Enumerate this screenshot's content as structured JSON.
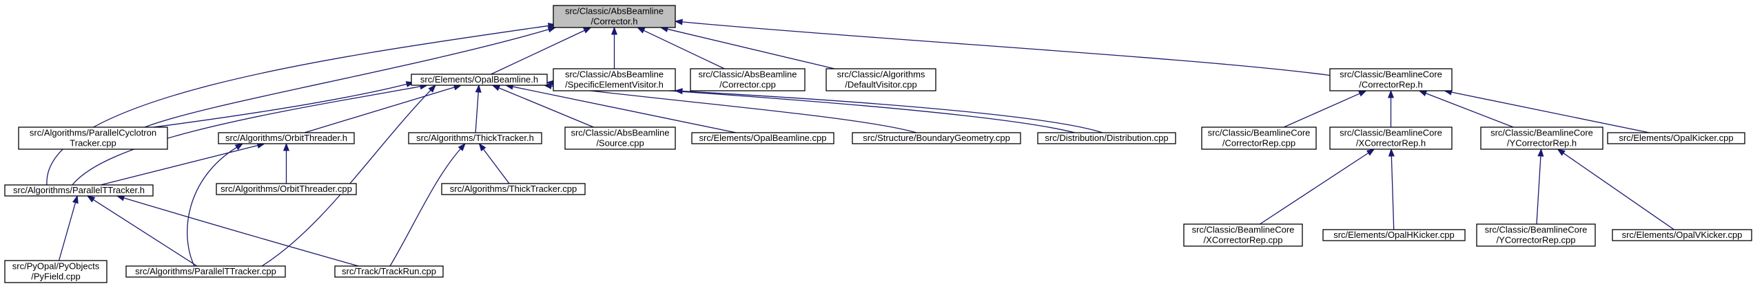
{
  "nodes": [
    {
      "id": "corrector_h",
      "root": true,
      "lines": [
        "src/Classic/AbsBeamline",
        "/Corrector.h"
      ]
    },
    {
      "id": "opalbeamline_h",
      "lines": [
        "src/Elements/OpalBeamline.h"
      ]
    },
    {
      "id": "specificelementvisitor_h",
      "lines": [
        "src/Classic/AbsBeamline",
        "/SpecificElementVisitor.h"
      ]
    },
    {
      "id": "corrector_cpp",
      "lines": [
        "src/Classic/AbsBeamline",
        "/Corrector.cpp"
      ]
    },
    {
      "id": "defaultvisitor_cpp",
      "lines": [
        "src/Classic/Algorithms",
        "/DefaultVisitor.cpp"
      ]
    },
    {
      "id": "correctorrep_h",
      "lines": [
        "src/Classic/BeamlineCore",
        "/CorrectorRep.h"
      ]
    },
    {
      "id": "parallelcyclotrontracker_cpp",
      "lines": [
        "src/Algorithms/ParallelCyclotron",
        "Tracker.cpp"
      ]
    },
    {
      "id": "orbitthreader_h",
      "lines": [
        "src/Algorithms/OrbitThreader.h"
      ]
    },
    {
      "id": "thicktracker_h",
      "lines": [
        "src/Algorithms/ThickTracker.h"
      ]
    },
    {
      "id": "source_cpp",
      "lines": [
        "src/Classic/AbsBeamline",
        "/Source.cpp"
      ]
    },
    {
      "id": "opalbeamline_cpp",
      "lines": [
        "src/Elements/OpalBeamline.cpp"
      ]
    },
    {
      "id": "boundarygeometry_cpp",
      "lines": [
        "src/Structure/BoundaryGeometry.cpp"
      ]
    },
    {
      "id": "distribution_cpp",
      "lines": [
        "src/Distribution/Distribution.cpp"
      ]
    },
    {
      "id": "correctorrep_cpp",
      "lines": [
        "src/Classic/BeamlineCore",
        "/CorrectorRep.cpp"
      ]
    },
    {
      "id": "xcorrectorrep_h",
      "lines": [
        "src/Classic/BeamlineCore",
        "/XCorrectorRep.h"
      ]
    },
    {
      "id": "ycorrectorrep_h",
      "lines": [
        "src/Classic/BeamlineCore",
        "/YCorrectorRep.h"
      ]
    },
    {
      "id": "opalkicker_cpp",
      "lines": [
        "src/Elements/OpalKicker.cpp"
      ]
    },
    {
      "id": "paralleltracker_h",
      "lines": [
        "src/Algorithms/ParallelTTracker.h"
      ]
    },
    {
      "id": "orbitthreader_cpp",
      "lines": [
        "src/Algorithms/OrbitThreader.cpp"
      ]
    },
    {
      "id": "thicktracker_cpp",
      "lines": [
        "src/Algorithms/ThickTracker.cpp"
      ]
    },
    {
      "id": "xcorrectorrep_cpp",
      "lines": [
        "src/Classic/BeamlineCore",
        "/XCorrectorRep.cpp"
      ]
    },
    {
      "id": "opalhkicker_cpp",
      "lines": [
        "src/Elements/OpalHKicker.cpp"
      ]
    },
    {
      "id": "ycorrectorrep_cpp",
      "lines": [
        "src/Classic/BeamlineCore",
        "/YCorrectorRep.cpp"
      ]
    },
    {
      "id": "opalvkicker_cpp",
      "lines": [
        "src/Elements/OpalVKicker.cpp"
      ]
    },
    {
      "id": "pyfield_cpp",
      "lines": [
        "src/PyOpal/PyObjects",
        "/PyField.cpp"
      ]
    },
    {
      "id": "paralleltracker_cpp",
      "lines": [
        "src/Algorithms/ParallelTTracker.cpp"
      ]
    },
    {
      "id": "trackrun_cpp",
      "lines": [
        "src/Track/TrackRun.cpp"
      ]
    }
  ],
  "edges": [
    {
      "from": "corrector_h",
      "to": "opalbeamline_h"
    },
    {
      "from": "corrector_h",
      "to": "specificelementvisitor_h"
    },
    {
      "from": "corrector_h",
      "to": "corrector_cpp"
    },
    {
      "from": "corrector_h",
      "to": "defaultvisitor_cpp"
    },
    {
      "from": "corrector_h",
      "to": "correctorrep_h"
    },
    {
      "from": "corrector_h",
      "to": "parallelcyclotrontracker_cpp"
    },
    {
      "from": "corrector_h",
      "to": "paralleltracker_h"
    },
    {
      "from": "opalbeamline_h",
      "to": "parallelcyclotrontracker_cpp"
    },
    {
      "from": "opalbeamline_h",
      "to": "orbitthreader_h"
    },
    {
      "from": "opalbeamline_h",
      "to": "thicktracker_h"
    },
    {
      "from": "opalbeamline_h",
      "to": "source_cpp"
    },
    {
      "from": "opalbeamline_h",
      "to": "opalbeamline_cpp"
    },
    {
      "from": "opalbeamline_h",
      "to": "boundarygeometry_cpp"
    },
    {
      "from": "opalbeamline_h",
      "to": "distribution_cpp"
    },
    {
      "from": "opalbeamline_h",
      "to": "paralleltracker_h"
    },
    {
      "from": "opalbeamline_h",
      "to": "paralleltracker_cpp"
    },
    {
      "from": "specificelementvisitor_h",
      "to": "distribution_cpp"
    },
    {
      "from": "correctorrep_h",
      "to": "correctorrep_cpp"
    },
    {
      "from": "correctorrep_h",
      "to": "xcorrectorrep_h"
    },
    {
      "from": "correctorrep_h",
      "to": "ycorrectorrep_h"
    },
    {
      "from": "correctorrep_h",
      "to": "opalkicker_cpp"
    },
    {
      "from": "orbitthreader_h",
      "to": "paralleltracker_h"
    },
    {
      "from": "orbitthreader_h",
      "to": "orbitthreader_cpp"
    },
    {
      "from": "orbitthreader_h",
      "to": "paralleltracker_cpp"
    },
    {
      "from": "thicktracker_h",
      "to": "thicktracker_cpp"
    },
    {
      "from": "thicktracker_h",
      "to": "trackrun_cpp"
    },
    {
      "from": "xcorrectorrep_h",
      "to": "xcorrectorrep_cpp"
    },
    {
      "from": "xcorrectorrep_h",
      "to": "opalhkicker_cpp"
    },
    {
      "from": "ycorrectorrep_h",
      "to": "ycorrectorrep_cpp"
    },
    {
      "from": "ycorrectorrep_h",
      "to": "opalvkicker_cpp"
    },
    {
      "from": "paralleltracker_h",
      "to": "pyfield_cpp"
    },
    {
      "from": "paralleltracker_h",
      "to": "paralleltracker_cpp"
    },
    {
      "from": "paralleltracker_h",
      "to": "trackrun_cpp"
    }
  ],
  "colors": {
    "edge": "#191970",
    "node_border": "#000000",
    "node_fill": "#ffffff",
    "root_fill": "#bfbfbf"
  }
}
